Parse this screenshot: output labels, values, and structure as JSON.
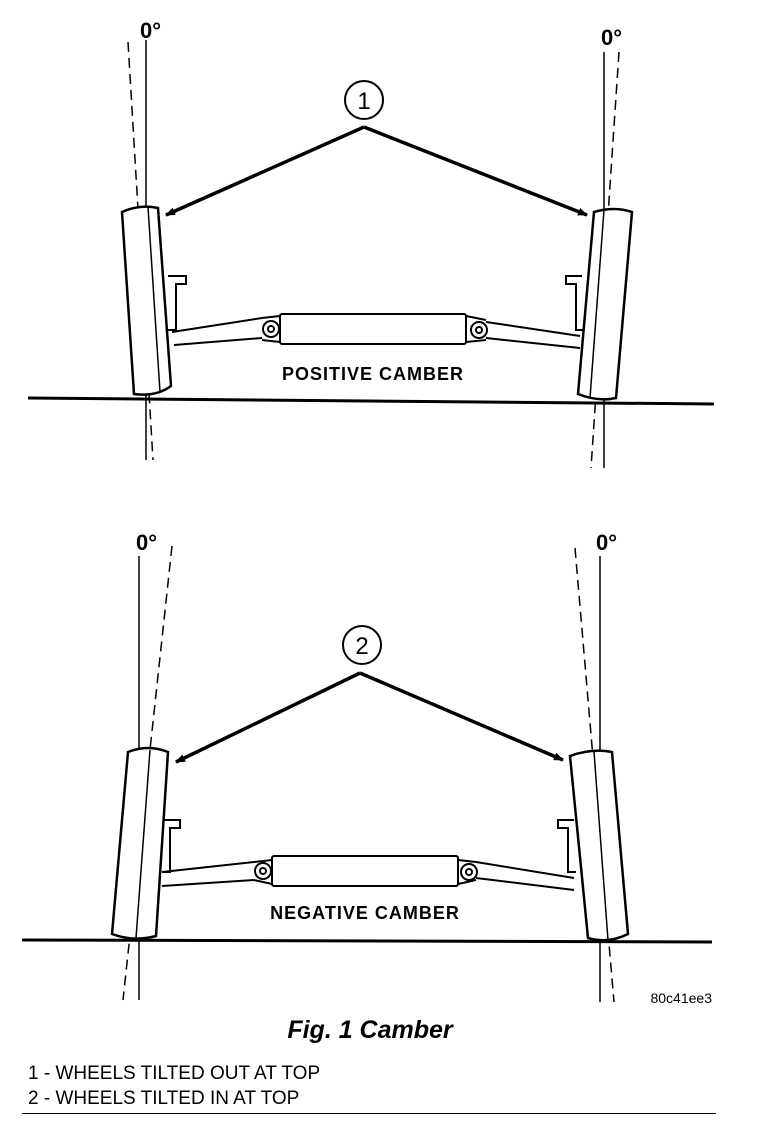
{
  "diagram": {
    "upper": {
      "angle_left": "0°",
      "angle_right": "0°",
      "callout": "1",
      "label": "POSITIVE CAMBER"
    },
    "lower": {
      "angle_left": "0°",
      "angle_right": "0°",
      "callout": "2",
      "label": "NEGATIVE CAMBER"
    },
    "figure_code": "80c41ee3"
  },
  "caption": "Fig. 1 Camber",
  "legend": [
    "1 - WHEELS TILTED OUT AT TOP",
    "2 - WHEELS TILTED IN AT TOP"
  ]
}
